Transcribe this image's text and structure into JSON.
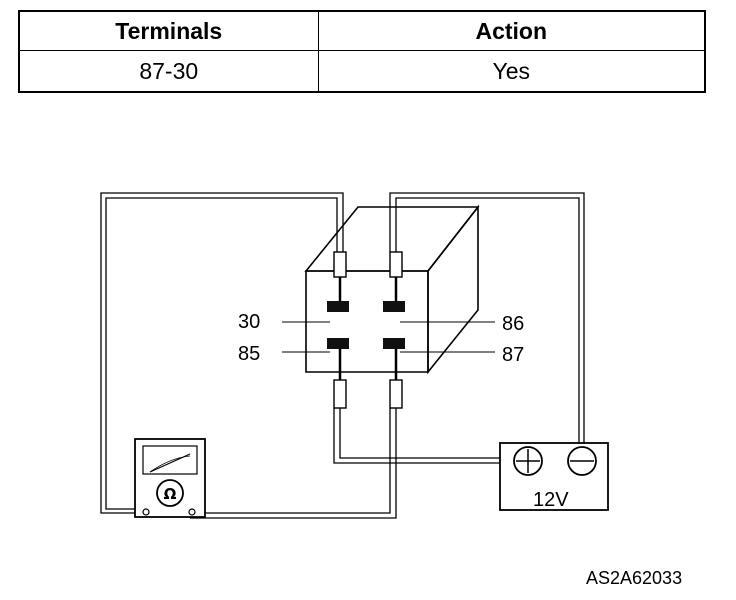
{
  "table": {
    "headers": [
      "Terminals",
      "Action"
    ],
    "rows": [
      [
        "87-30",
        "Yes"
      ]
    ]
  },
  "diagram": {
    "terminal_labels": {
      "t30": "30",
      "t85": "85",
      "t86": "86",
      "t87": "87"
    },
    "battery_label": "12V",
    "meter_symbol": "Ω"
  },
  "figure_code": "AS2A62033"
}
